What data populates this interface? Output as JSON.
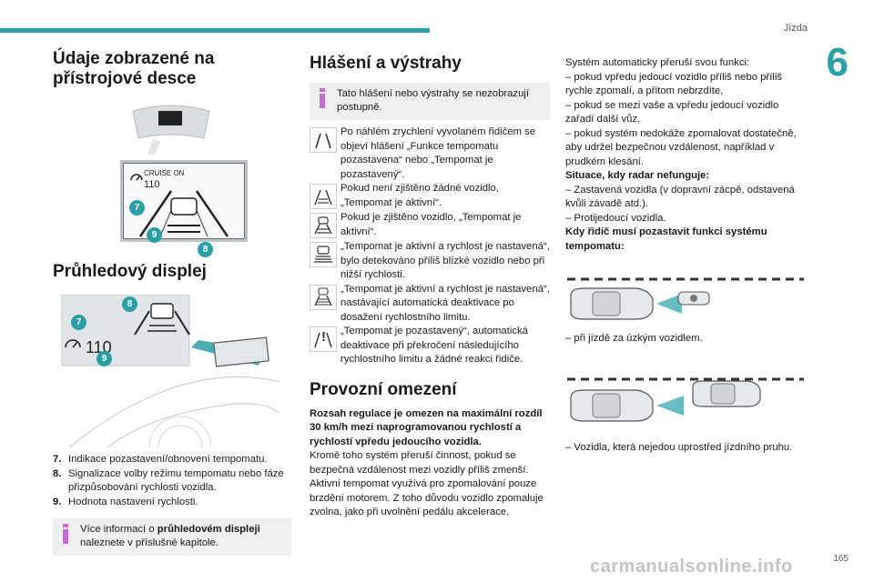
{
  "header": {
    "chapter_label": "Jízda",
    "chapter_number": "6",
    "page_number": "165"
  },
  "watermark": "carmanualsonline.info",
  "col1": {
    "heading1": "Údaje zobrazené na přístrojové desce",
    "cluster": {
      "cruise_label": "CRUISE ON",
      "speed": "110"
    },
    "heading2": "Průhledový displej",
    "hud": {
      "speed": "110"
    },
    "badges": {
      "b7": "7",
      "b8": "8",
      "b9": "9"
    },
    "legend": [
      {
        "num": "7.",
        "text": "Indikace pozastavení/obnovení tempomatu."
      },
      {
        "num": "8.",
        "text": "Signalizace volby režimu tempomatu nebo fáze přizpůsobování rychlosti vozidla."
      },
      {
        "num": "9.",
        "text": "Hodnota nastavení rychlosti."
      }
    ],
    "info_prefix": "Více informací o ",
    "info_bold": "průhledovém displeji",
    "info_suffix": " naleznete v příslušné kapitole."
  },
  "col2": {
    "heading": "Hlášení a výstrahy",
    "info": "Tato hlášení nebo výstrahy se nezobrazují postupně.",
    "messages": [
      {
        "icon": "lane-lines-icon",
        "text": "Po náhlém zrychlení vyvolaném řidičem se objeví hlášení „Funkce tempomatu pozastavena“ nebo „Tempomat je pozastavený“."
      },
      {
        "icon": "empty-road-icon",
        "text": "Pokud není zjištěno žádné vozidlo, „Tempomat je aktivní“."
      },
      {
        "icon": "vehicle-detected-icon",
        "text": "Pokud je zjištěno vozidlo, „Tempomat je aktivní“."
      },
      {
        "icon": "vehicle-close-icon",
        "text": "„Tempomat je aktivní a rychlost je nastavená“, bylo detekováno příliš blízké vozidlo nebo při nižší rychlosti."
      },
      {
        "icon": "speed-limit-icon",
        "text": "„Tempomat je aktivní a rychlost je nastavená“, nastávající automatická deaktivace po dosažení rychlostního limitu."
      },
      {
        "icon": "warning-icon",
        "mark": "!",
        "text": "„Tempomat je pozastavený“, automatická deaktivace při překročení následujícího rychlostního limitu a žádné reakci řidiče."
      }
    ],
    "heading2": "Provozní omezení",
    "limits_bold": "Rozsah regulace je omezen na maximální rozdíl 30 km/h mezi naprogramovanou rychlostí a rychlostí vpředu jedoucího vozidla.",
    "limits_text": "Kromě toho systém přeruší činnost, pokud se bezpečná vzdálenost mezi vozidly příliš zmenší. Aktivní tempomat využívá pro zpomalování pouze brzdění motorem. Z toho důvodu vozidlo zpomaluje zvolna, jako při uvolnění pedálu akcelerace."
  },
  "col3": {
    "lines": [
      "Systém automaticky přeruší svou funkci:",
      "– pokud vpředu jedoucí vozidlo příliš nebo příliš rychle zpomalí, a přitom nebrzdíte,",
      "– pokud se mezi vaše a vpředu jedoucí vozidlo zařadí další vůz,",
      "– pokud systém nedokáže zpomalovat dostatečně, aby udržel bezpečnou vzdálenost, například v prudkém klesání."
    ],
    "radar_title": "Situace, kdy radar nefunguje:",
    "radar_lines": [
      "– Zastavená vozidla (v dopravní zácpě, odstavená kvůli závadě atd.).",
      "– Protijedoucí vozidla."
    ],
    "must_pause": "Kdy řidič musí pozastavit funkci systému tempomatu:",
    "caption1": "– při jízdě za úzkým vozidlem.",
    "caption2": "– Vozidla, která nejedou uprostřed jízdního pruhu."
  }
}
